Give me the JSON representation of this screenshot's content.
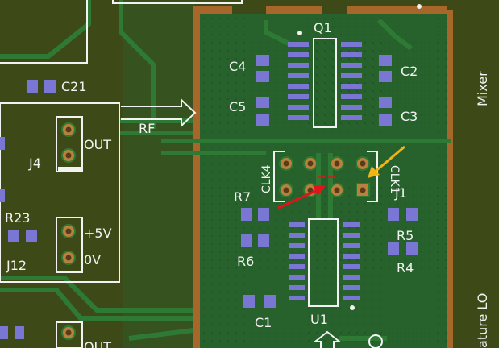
{
  "labels": {
    "q1": "Q1",
    "u1": "U1",
    "c1": "C1",
    "c2": "C2",
    "c3": "C3",
    "c4": "C4",
    "c5": "C5",
    "c21": "C21",
    "r4": "R4",
    "r5": "R5",
    "r6": "R6",
    "r7": "R7",
    "r23": "R23",
    "j1": "J1",
    "j4": "J4",
    "j12": "J12",
    "out": "OUT",
    "out2": "OUT",
    "plus5v": "+5V",
    "zero_v": "0V",
    "rf": "RF",
    "clk4": "CLK4",
    "clk1": "CLK1",
    "mixer": "Mixer",
    "quad_lo": "ature LO"
  },
  "colors": {
    "board": "#3d4a17",
    "pour": "#27622d",
    "trace": "#2e7a35",
    "silkscreen": "#f2f2f2",
    "smd_pad": "#7a77d4",
    "tht_pad": "#b8813c",
    "copper_strip": "#a7672b",
    "arrow_red": "#e0141a",
    "arrow_yellow": "#f0b515"
  },
  "annotations": [
    {
      "name": "red-arrow",
      "color": "#e0141a",
      "points_to": "U1 pin area between CLK4 and CLK1"
    },
    {
      "name": "yellow-arrow",
      "color": "#f0b515",
      "points_to": "CLK1 pad"
    }
  ]
}
